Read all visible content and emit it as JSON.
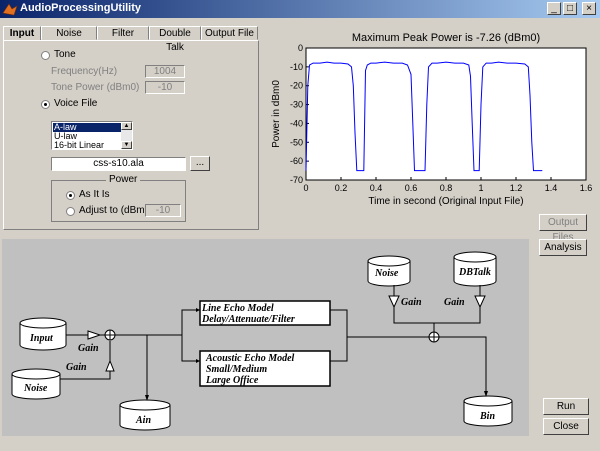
{
  "window": {
    "title": "AudioProcessingUtility",
    "controls": [
      "_",
      "□",
      "×"
    ]
  },
  "tabs": [
    {
      "label": "Input",
      "active": true
    },
    {
      "label": "Noise"
    },
    {
      "label": "Filter"
    },
    {
      "label": "Double Talk"
    },
    {
      "label": "Output File"
    }
  ],
  "input_panel": {
    "tone_label": "Tone",
    "frequency_label": "Frequency(Hz)",
    "frequency_value": "1004",
    "tone_power_label": "Tone Power (dBm0)",
    "tone_power_value": "-10",
    "voice_file_label": "Voice File",
    "codec_options": [
      "A-law",
      "U-law",
      "16-bit Linear"
    ],
    "selected_codec": "A-law",
    "file_name": "css-s10.ala",
    "browse_label": "...",
    "power_title": "Power",
    "as_it_is_label": "As It Is",
    "adjust_label": "Adjust to (dBm0)",
    "adjust_value": "-10"
  },
  "buttons": {
    "output_files": "Output Files",
    "analysis": "Analysis",
    "run": "Run",
    "close": "Close"
  },
  "chart_data": {
    "type": "line",
    "title": "Maximum Peak Power is -7.26 (dBm0)",
    "xlabel": "Time in second (Original Input File)",
    "ylabel": "Power in dBm0",
    "xlim": [
      0,
      1.6
    ],
    "ylim": [
      -70,
      0
    ],
    "xticks": [
      0,
      0.2,
      0.4,
      0.6,
      0.8,
      1,
      1.2,
      1.4,
      1.6
    ],
    "yticks": [
      0,
      -10,
      -20,
      -30,
      -40,
      -50,
      -60,
      -70
    ],
    "grid": false,
    "line_color": "#0000ff",
    "series": [
      {
        "x": [
          0,
          0.01,
          0.02,
          0.04,
          0.08,
          0.12,
          0.16,
          0.2,
          0.24,
          0.26,
          0.27,
          0.28,
          0.29,
          0.3,
          0.33,
          0.335,
          0.34,
          0.35,
          0.37,
          0.4,
          0.45,
          0.5,
          0.55,
          0.58,
          0.6,
          0.61,
          0.62,
          0.63,
          0.68,
          0.69,
          0.7,
          0.72,
          0.75,
          0.8,
          0.85,
          0.9,
          0.93,
          0.94,
          0.95,
          0.96,
          0.99,
          1.0,
          1.01,
          1.03,
          1.06,
          1.1,
          1.15,
          1.2,
          1.25,
          1.27,
          1.28,
          1.29,
          1.3,
          1.34,
          1.35
        ],
        "y": [
          -65,
          -20,
          -9,
          -8,
          -8,
          -7.5,
          -8,
          -8,
          -8.5,
          -10,
          -20,
          -45,
          -65,
          -65,
          -65,
          -40,
          -12,
          -9,
          -8,
          -8,
          -7.5,
          -8,
          -8,
          -9,
          -14,
          -40,
          -65,
          -65,
          -65,
          -30,
          -10,
          -8,
          -8,
          -7.5,
          -8,
          -8,
          -9,
          -15,
          -40,
          -65,
          -65,
          -30,
          -10,
          -8,
          -8,
          -7.5,
          -8,
          -8,
          -8.5,
          -10,
          -25,
          -50,
          -65,
          -65,
          -65
        ]
      }
    ]
  },
  "diagram": {
    "input": "Input",
    "noise": "Noise",
    "gain": "Gain",
    "line_echo_title": "Line Echo Model",
    "line_echo_sub": "Delay/Attenuate/Filter",
    "acoustic_title": "Acoustic Echo Model",
    "acoustic_sub1": "Small/Medium",
    "acoustic_sub2": "Large Office",
    "ain": "Ain",
    "bin": "Bin",
    "dbtalk": "DBTalk"
  }
}
